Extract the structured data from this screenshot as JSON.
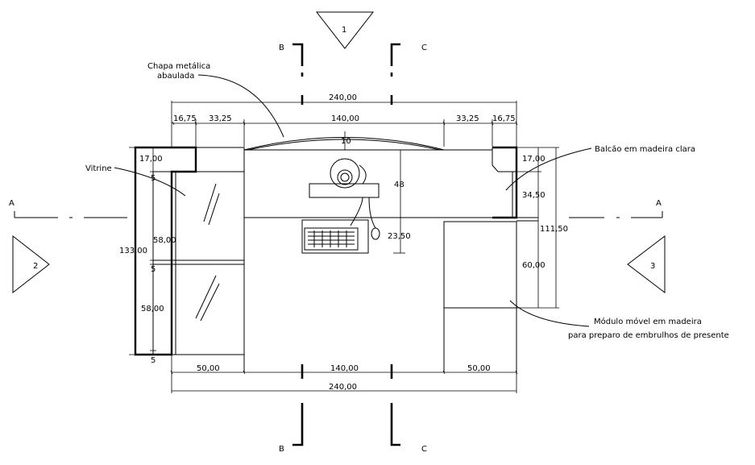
{
  "views": {
    "top": "1",
    "left": "2",
    "right": "3"
  },
  "sections": {
    "a": "A",
    "b": "B",
    "c": "C"
  },
  "dimensions": {
    "overall_top": "240,00",
    "overall_bottom": "240,00",
    "top_16_75_left": "16,75",
    "top_33_25_left": "33,25",
    "top_140": "140,00",
    "top_33_25_right": "33,25",
    "top_16_75_right": "16,75",
    "bottom_50_left": "50,00",
    "bottom_140": "140,00",
    "bottom_50_right": "50,00",
    "left_17": "17,00",
    "left_5_top": "5",
    "left_58_top": "58,00",
    "left_5_mid": "5",
    "left_58_bottom": "58,00",
    "left_5_bottom": "5",
    "left_133": "133,00",
    "right_17": "17,00",
    "right_34_5": "34,50",
    "right_60": "60,00",
    "right_111_5": "111,50",
    "inner_10": "10",
    "inner_48": "48",
    "inner_23_5": "23,50"
  },
  "labels": {
    "chapa_line1": "Chapa metálica",
    "chapa_line2": "abaulada",
    "vitrine": "Vitrine",
    "balcao": "Balcão em madeira clara",
    "modulo_line1": "Módulo móvel em madeira",
    "modulo_line2": "para preparo de embrulhos de presente"
  }
}
